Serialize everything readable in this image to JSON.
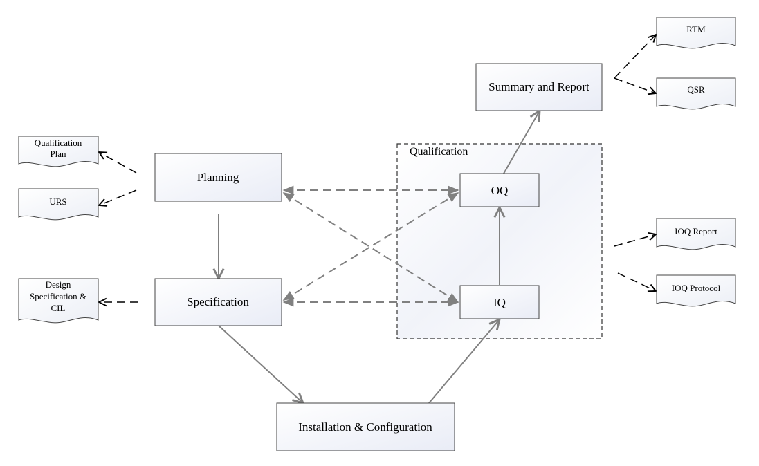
{
  "diagram": {
    "process_boxes": {
      "planning": "Planning",
      "specification": "Specification",
      "installation": "Installation & Configuration",
      "summary": "Summary and Report",
      "oq": "OQ",
      "iq": "IQ"
    },
    "group": {
      "qualification": "Qualification"
    },
    "documents": {
      "qualification_plan": [
        "Qualification",
        "Plan"
      ],
      "urs": [
        "URS"
      ],
      "design_spec": [
        "Design",
        "Specification &",
        "CIL"
      ],
      "rtm": [
        "RTM"
      ],
      "qsr": [
        "QSR"
      ],
      "ioq_report": [
        "IOQ Report"
      ],
      "ioq_protocol": [
        "IOQ Protocol"
      ]
    },
    "colors": {
      "box_fill_start": "#ffffff",
      "box_fill_end": "#e9ecf6",
      "stroke": "#555555",
      "arrow_gray": "#808080",
      "dashed_black": "#000000"
    }
  }
}
